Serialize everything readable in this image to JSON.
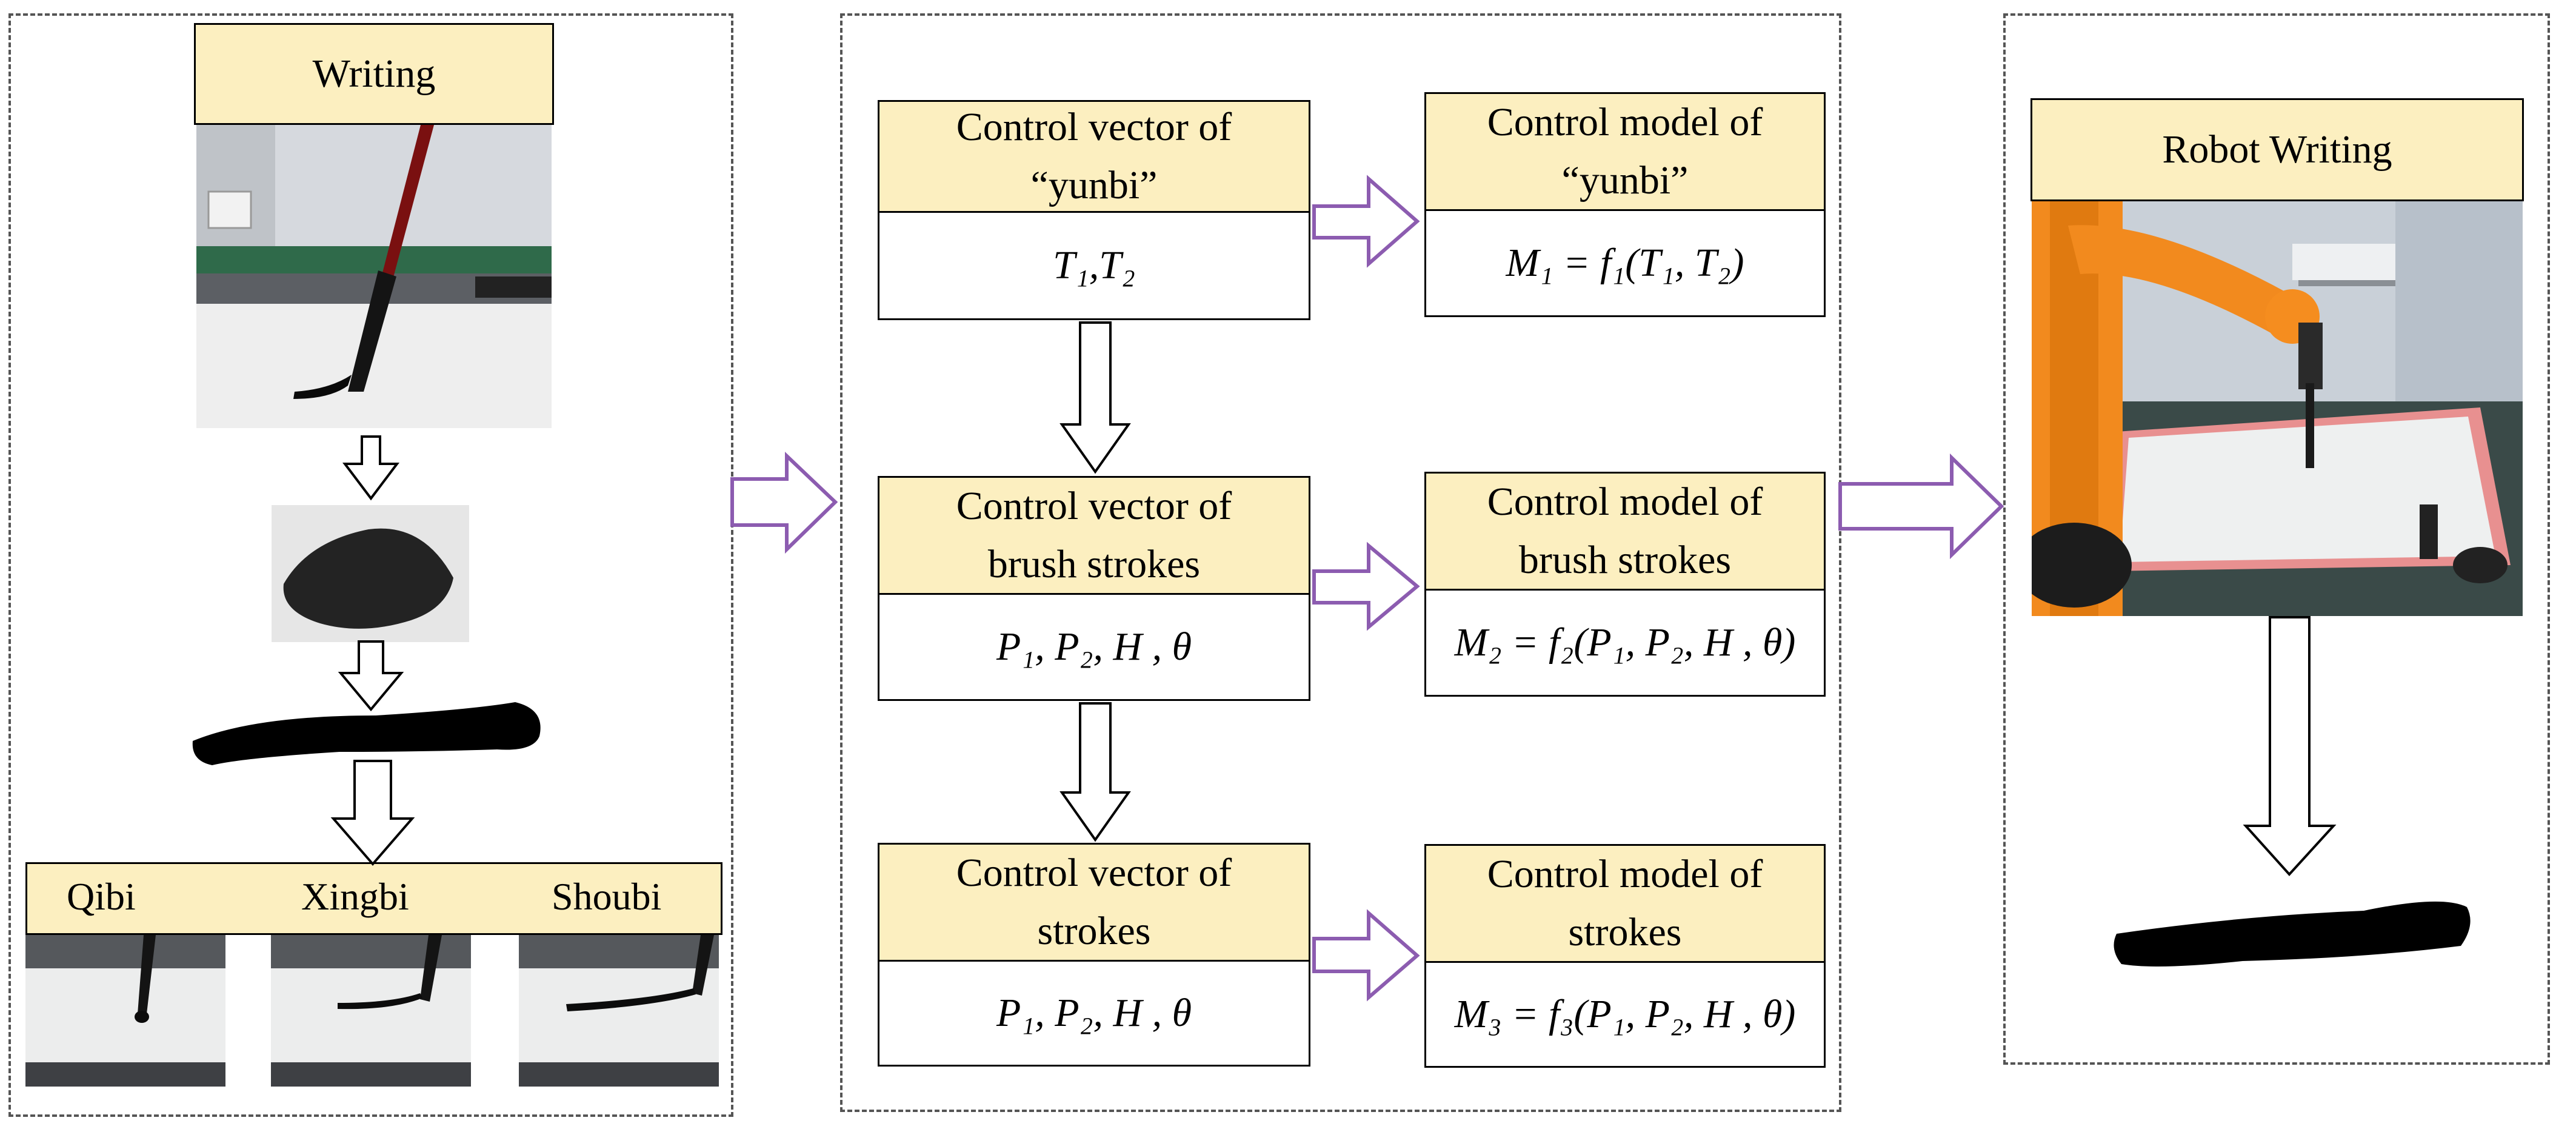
{
  "left_panel": {
    "writing_label": "Writing",
    "phases": [
      "Qibi",
      "Xingbi",
      "Shoubi"
    ]
  },
  "middle_panel": {
    "rows": [
      {
        "vector_header": "Control vector of\n“yunbi”",
        "vector_params": "T₁,T₂",
        "model_header": "Control model of\n“yunbi”",
        "model_formula": "M₁ = f₁(T₁, T₂)"
      },
      {
        "vector_header": "Control vector of\nbrush strokes",
        "vector_params": "P₁, P₂, H , θ",
        "model_header": "Control model of\nbrush strokes",
        "model_formula": "M₂ = f₂(P₁, P₂, H , θ)"
      },
      {
        "vector_header": "Control vector of\nstrokes",
        "vector_params": "P₁, P₂, H , θ",
        "model_header": "Control model of\nstrokes",
        "model_formula": "M₃ = f₃(P₁, P₂, H , θ)"
      }
    ]
  },
  "right_panel": {
    "robot_label": "Robot Writing"
  },
  "colors": {
    "header_fill": "#fcefc0",
    "purple_arrow": "#8c5cb0",
    "robot_orange": "#f28a1e"
  }
}
